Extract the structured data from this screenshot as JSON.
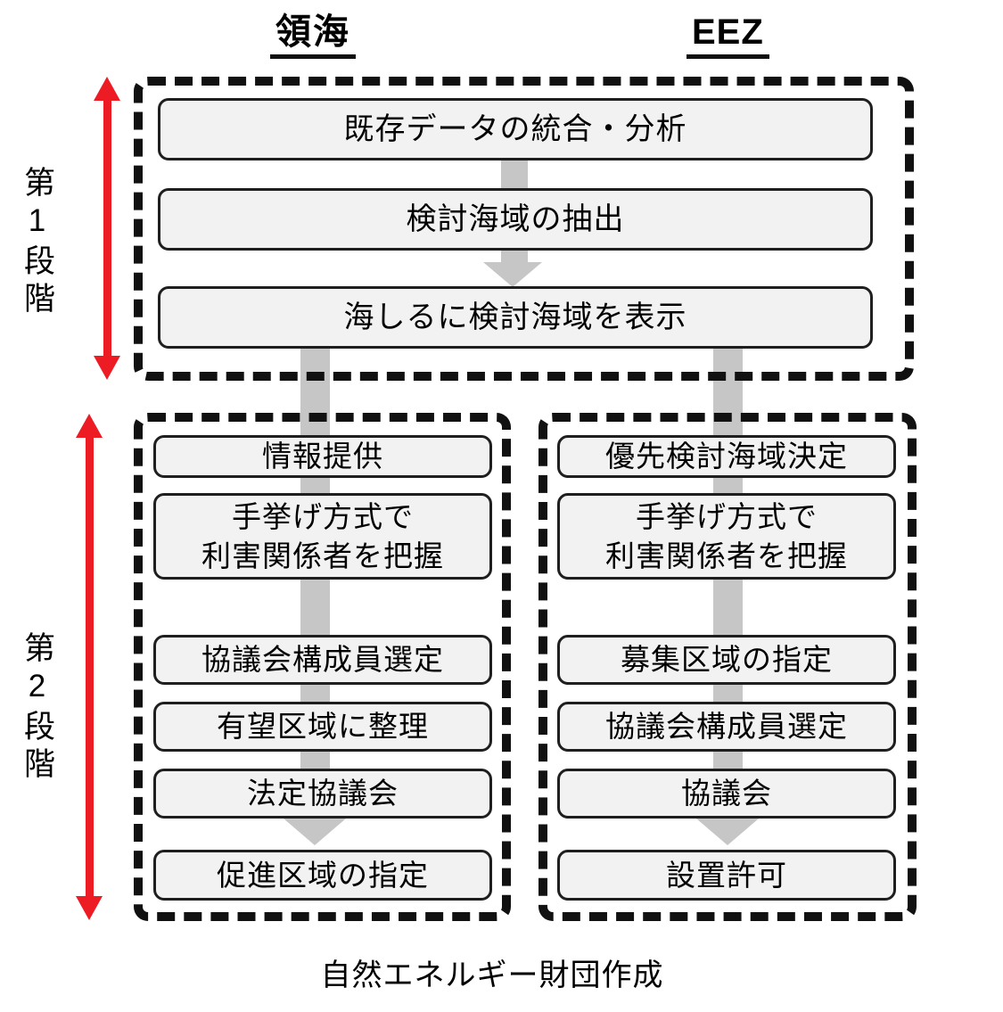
{
  "headers": {
    "left": "領海",
    "right": "EEZ"
  },
  "stage1": {
    "label": "第1段階",
    "boxes": [
      "既存データの統合・分析",
      "検討海域の抽出",
      "海しるに検討海域を表示"
    ]
  },
  "stage2": {
    "label": "第2段階",
    "territorial_sea": {
      "boxes": [
        "情報提供",
        "手挙げ方式で\n利害関係者を把握",
        "協議会構成員選定",
        "有望区域に整理",
        "法定協議会",
        "促進区域の指定"
      ]
    },
    "eez": {
      "boxes": [
        "優先検討海域決定",
        "手挙げ方式で\n利害関係者を把握",
        "募集区域の指定",
        "協議会構成員選定",
        "協議会",
        "設置許可"
      ]
    }
  },
  "caption": "自然エネルギー財団作成",
  "colors": {
    "red_arrow": "#ed1c24",
    "box_fill": "#f2f2f2",
    "box_border": "#1f1f1f",
    "flow_gray": "#c6c6c6",
    "dashed_border": "#111111",
    "text": "#000000"
  }
}
